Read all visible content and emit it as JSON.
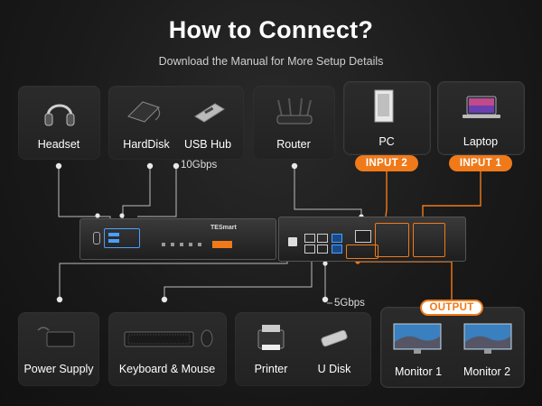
{
  "header": {
    "title": "How to Connect?",
    "subtitle": "Download the Manual for More Setup Details"
  },
  "top_devices": {
    "headset": "Headset",
    "harddisk": "HardDisk",
    "usb_hub": "USB Hub",
    "router": "Router",
    "pc": "PC",
    "laptop": "Laptop"
  },
  "bottom_devices": {
    "power_supply": "Power Supply",
    "keyboard_mouse": "Keyboard & Mouse",
    "printer": "Printer",
    "u_disk": "U Disk",
    "monitor_1": "Monitor 1",
    "monitor_2": "Monitor 2"
  },
  "badges": {
    "input_2": "INPUT 2",
    "input_1": "INPUT 1",
    "output": "OUTPUT"
  },
  "speeds": {
    "top": "10Gbps",
    "bottom": "5Gbps"
  },
  "product": {
    "brand": "TESmart"
  },
  "colors": {
    "accent": "#f07a1a",
    "background": "#1a1a1a",
    "card": "#262626"
  }
}
